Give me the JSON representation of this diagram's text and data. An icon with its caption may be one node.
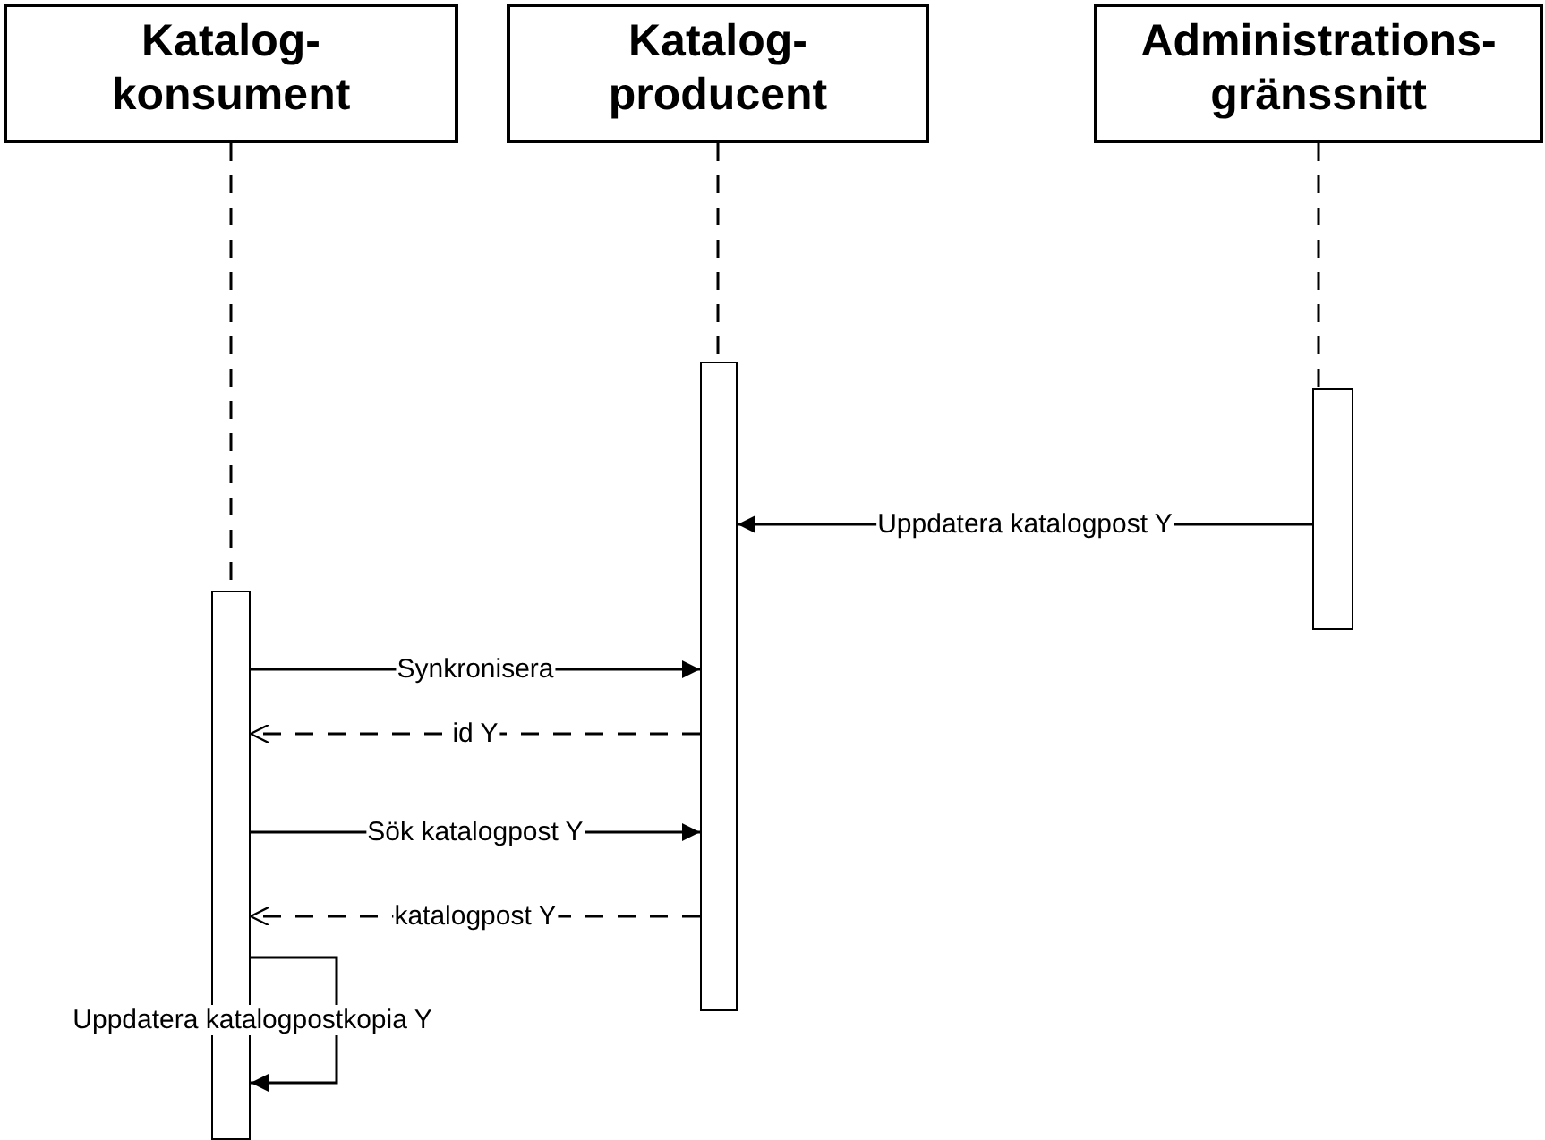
{
  "diagram": {
    "nodes": [
      {
        "text": [
          "Katalog-konsument"
        ]
      },
      {
        "text": [
          "Katalog-producent"
        ]
      },
      {
        "text": [
          "Administrations-gränssnitt"
        ]
      },
      {
        "text": [],
        "shape": "bar"
      },
      {
        "text": [],
        "shape": "bar"
      },
      {
        "text": [],
        "shape": "bar"
      }
    ],
    "edges": [
      {
        "from": 0,
        "to": 5,
        "arrow": "none",
        "style": "dashed"
      },
      {
        "from": 1,
        "to": 3,
        "arrow": "none",
        "style": "dashed"
      },
      {
        "from": 2,
        "to": 4,
        "arrow": "none",
        "style": "dashed"
      },
      {
        "from": 4,
        "to": 3,
        "arrow": "to",
        "label": "Uppdatera katalogpost Y"
      },
      {
        "from": 5,
        "to": 3,
        "arrow": "to",
        "label": "Synkronisera"
      },
      {
        "from": 3,
        "to": 5,
        "arrow": "to",
        "style": "dashed",
        "label": "id Y"
      },
      {
        "from": 5,
        "to": 3,
        "arrow": "to",
        "label": "Sök katalogpost Y"
      },
      {
        "from": 3,
        "to": 5,
        "arrow": "to",
        "style": "dashed",
        "label": "katalogpost Y"
      },
      {
        "from": 5,
        "to": 5,
        "arrow": "to",
        "label": "Uppdatera katalogpostkopia Y"
      }
    ]
  }
}
